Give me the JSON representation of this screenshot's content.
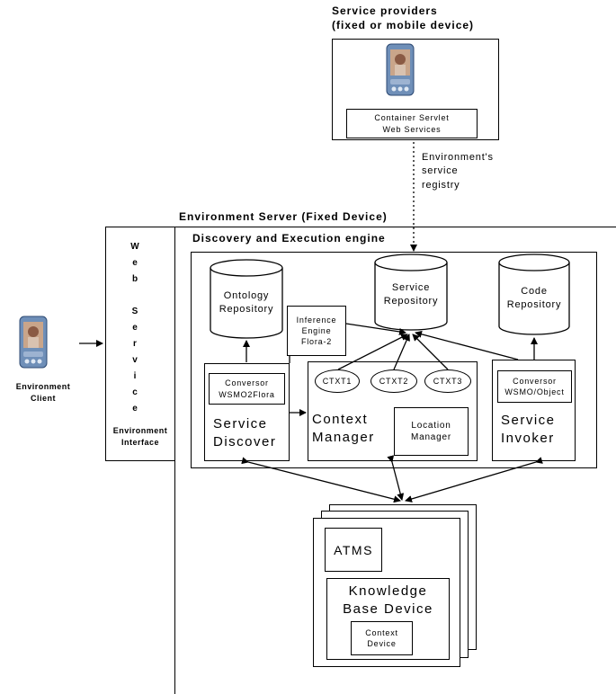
{
  "providers": {
    "title_line1": "Service providers",
    "title_line2": "(fixed or mobile device)",
    "container_line1": "Container Servlet",
    "container_line2": "Web Services"
  },
  "registry": {
    "line1": "Environment's",
    "line2": "service",
    "line3": "registry"
  },
  "server": {
    "title": "Environment Server (Fixed Device)",
    "engine_title": "Discovery and Execution engine"
  },
  "repositories": {
    "ontology_line1": "Ontology",
    "ontology_line2": "Repository",
    "service_line1": "Service",
    "service_line2": "Repository",
    "code_line1": "Code",
    "code_line2": "Repository"
  },
  "inference": {
    "line1": "Inference",
    "line2": "Engine",
    "line3": "Flora-2"
  },
  "discover": {
    "conv_line1": "Conversor",
    "conv_line2": "WSMO2Flora",
    "title_line1": "Service",
    "title_line2": "Discover"
  },
  "context": {
    "ctxt1": "CTXT1",
    "ctxt2": "CTXT2",
    "ctxt3": "CTXT3",
    "title_line1": "Context",
    "title_line2": "Manager",
    "location_line1": "Location",
    "location_line2": "Manager"
  },
  "invoker": {
    "conv_line1": "Conversor",
    "conv_line2": "WSMO/Object",
    "title_line1": "Service",
    "title_line2": "Invoker"
  },
  "web_service": {
    "letters": [
      "W",
      "e",
      "b",
      "",
      "S",
      "e",
      "r",
      "v",
      "i",
      "c",
      "e"
    ],
    "interface_line1": "Environment",
    "interface_line2": "Interface"
  },
  "client": {
    "line1": "Environment",
    "line2": "Client"
  },
  "device": {
    "atms": "ATMS",
    "kb_line1": "Knowledge",
    "kb_line2": "Base Device",
    "ctx_line1": "Context",
    "ctx_line2": "Device"
  },
  "icons": {
    "phone": "pda-device-icon"
  }
}
